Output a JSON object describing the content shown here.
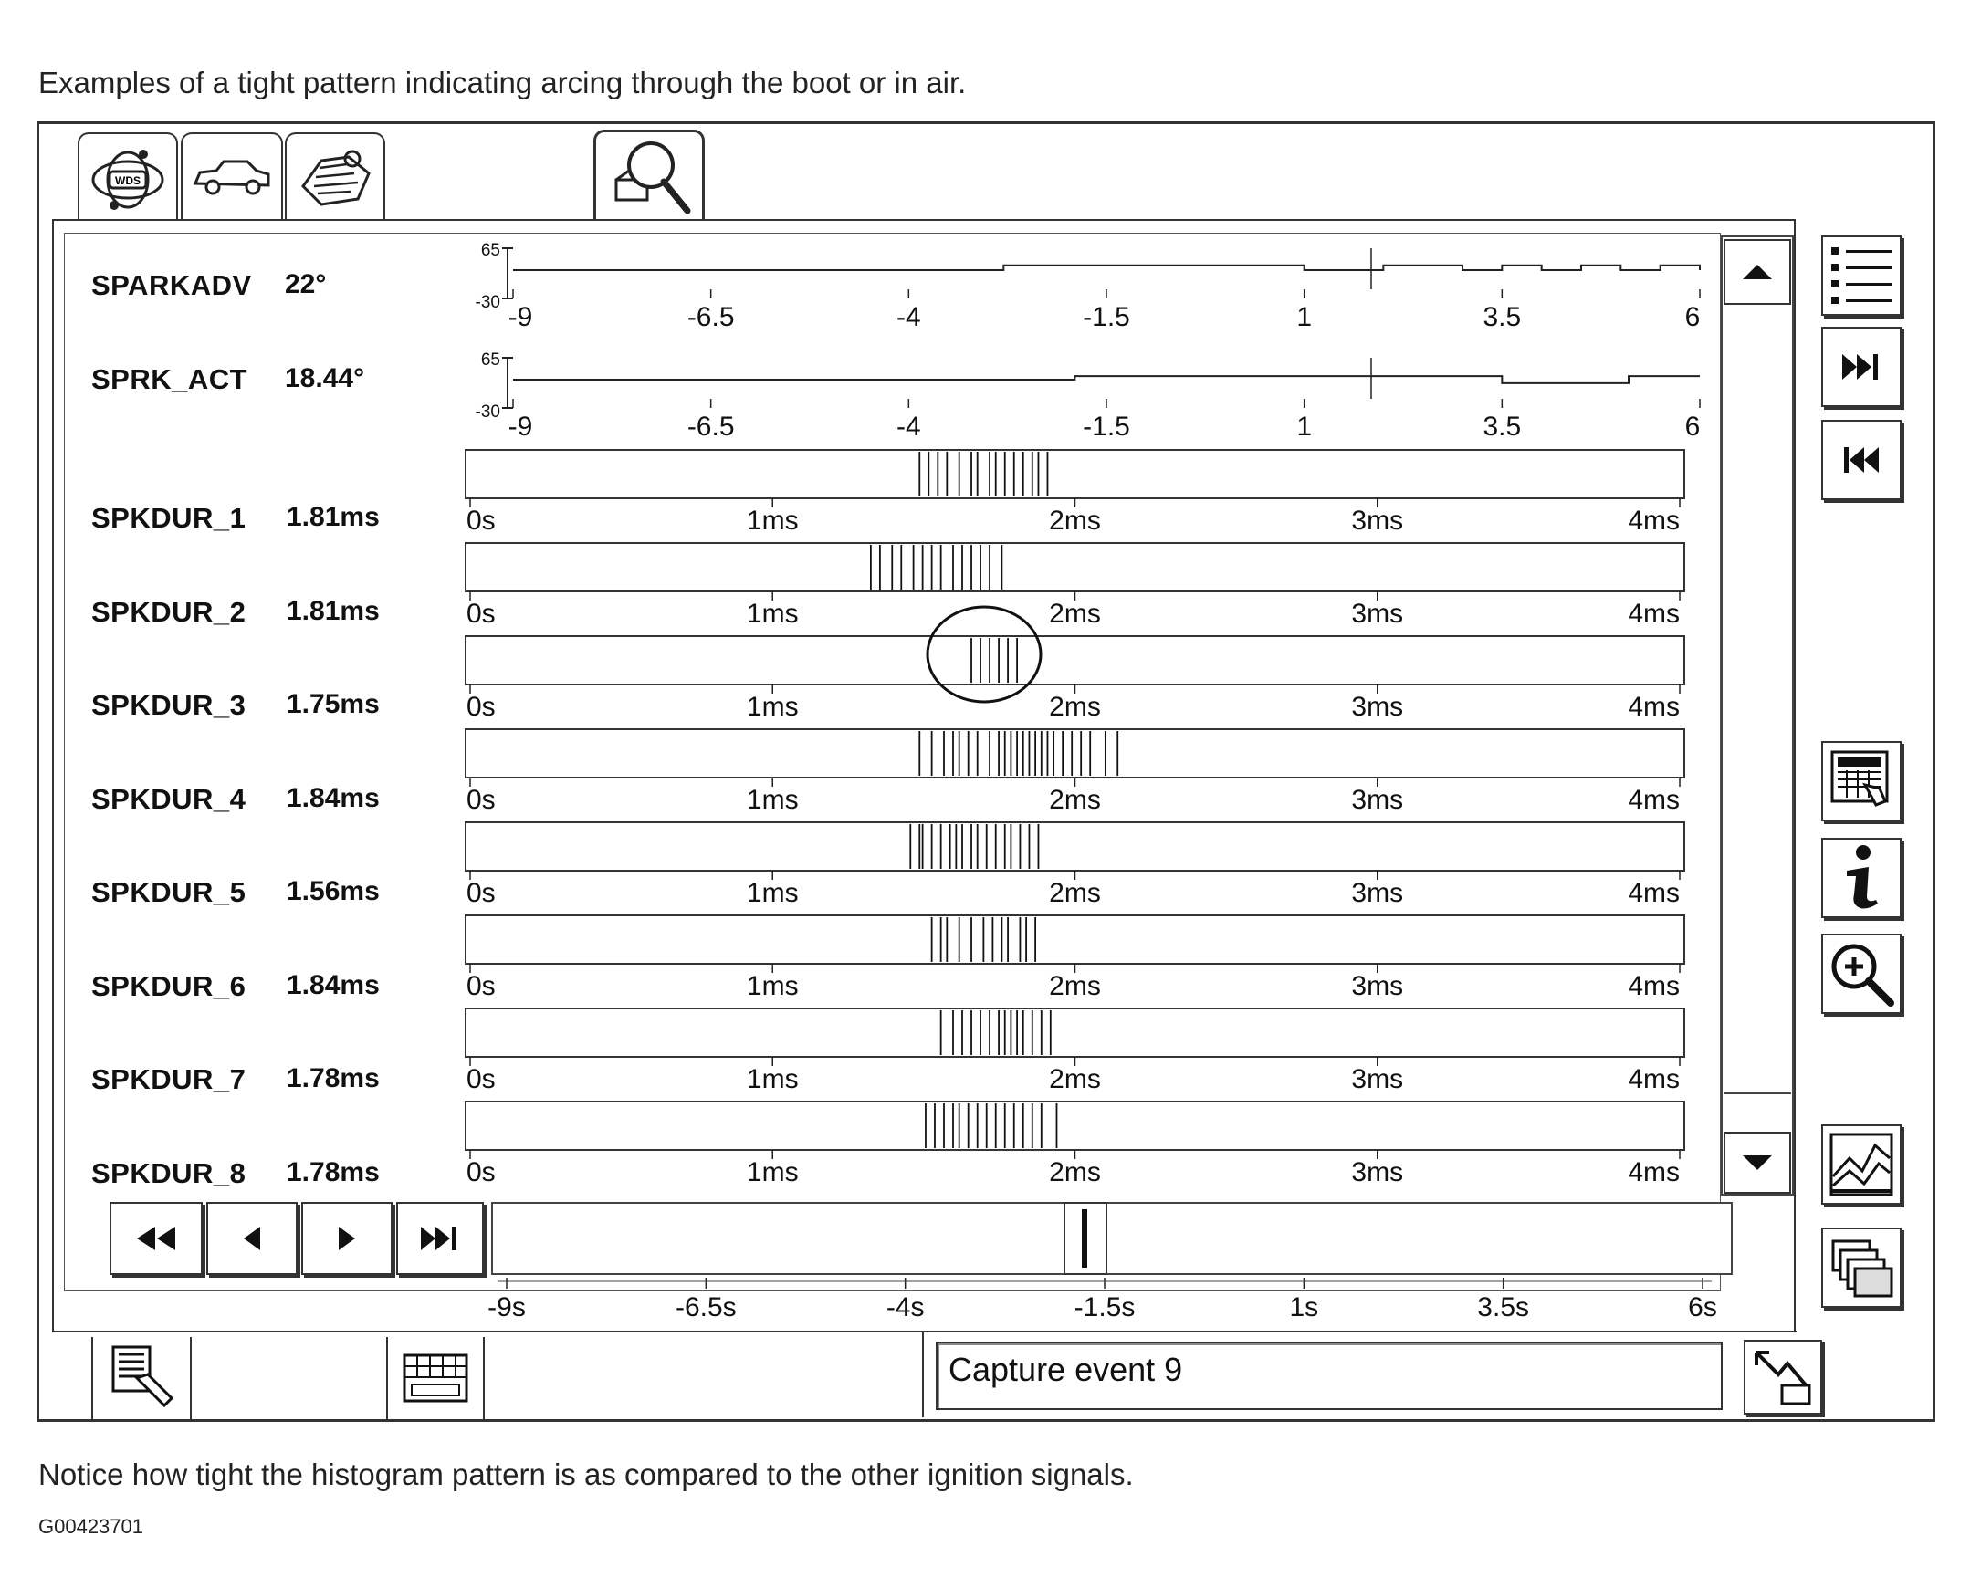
{
  "caption_top": "Examples of a tight pattern indicating arcing through the boot or in air.",
  "caption_bottom": "Notice how tight the histogram pattern is as compared to the other ignition signals.",
  "figure_id": "G00423701",
  "tabs": [
    {
      "icon": "wds-globe-icon"
    },
    {
      "icon": "car-icon"
    },
    {
      "icon": "engine-icon"
    },
    {
      "icon": "magnifier-tool-icon",
      "active": true
    }
  ],
  "pids": [
    {
      "name": "SPARKADV",
      "value": "22°"
    },
    {
      "name": "SPRK_ACT",
      "value": "18.44°"
    },
    {
      "name": "SPKDUR_1",
      "value": "1.81ms"
    },
    {
      "name": "SPKDUR_2",
      "value": "1.81ms"
    },
    {
      "name": "SPKDUR_3",
      "value": "1.75ms"
    },
    {
      "name": "SPKDUR_4",
      "value": "1.84ms"
    },
    {
      "name": "SPKDUR_5",
      "value": "1.56ms"
    },
    {
      "name": "SPKDUR_6",
      "value": "1.84ms"
    },
    {
      "name": "SPKDUR_7",
      "value": "1.78ms"
    },
    {
      "name": "SPKDUR_8",
      "value": "1.78ms"
    }
  ],
  "line_graph": {
    "ymax": "65",
    "ymin": "-30",
    "x_ticks": [
      "-9",
      "-6.5",
      "-4",
      "-1.5",
      "1",
      "3.5",
      "6"
    ]
  },
  "histogram": {
    "x_ticks": [
      "0s",
      "1ms",
      "2ms",
      "3ms",
      "4ms"
    ]
  },
  "timeline": {
    "x_ticks": [
      "-9s",
      "-6.5s",
      "-4s",
      "-1.5s",
      "1s",
      "3.5s",
      "6s"
    ]
  },
  "status_text": "Capture event 9",
  "right_buttons": [
    "list-icon",
    "skip-end-icon",
    "skip-start-icon",
    "keypad-hand-icon",
    "info-icon",
    "zoom-in-icon",
    "graph-icon",
    "folders-icon"
  ],
  "playback_buttons": [
    "rewind-icon",
    "step-back-icon",
    "play-icon",
    "fast-forward-icon"
  ],
  "bottom_buttons": [
    "hand-pointer-icon",
    "toolbar-panel-icon",
    "config-arrow-icon"
  ],
  "chart_data": [
    {
      "type": "line",
      "series": [
        {
          "name": "SPARKADV"
        }
      ],
      "x": [
        -9,
        -4,
        -2.8,
        -2.4,
        -1.5,
        -0.5,
        1,
        2,
        3,
        3.5,
        4,
        4.5,
        5,
        5.5,
        6
      ],
      "y": [
        0,
        0,
        4,
        4,
        4,
        4,
        0,
        4,
        0,
        4,
        0,
        4,
        0,
        4,
        0
      ],
      "ylim": [
        -30,
        65
      ],
      "xlim": [
        -9,
        6
      ]
    },
    {
      "type": "line",
      "series": [
        {
          "name": "SPRK_ACT"
        }
      ],
      "x": [
        -9,
        -2,
        -1.9,
        1.5,
        3.4,
        3.5,
        5,
        5.1,
        6
      ],
      "y": [
        0,
        0,
        3,
        3,
        3,
        -3,
        -3,
        3,
        3
      ],
      "ylim": [
        -30,
        65
      ],
      "xlim": [
        -9,
        6
      ]
    },
    {
      "type": "histogram",
      "xlim": [
        0,
        4
      ],
      "series": [
        {
          "name": "SPKDUR_1",
          "values": [
            1.49,
            1.52,
            1.55,
            1.58,
            1.62,
            1.66,
            1.68,
            1.72,
            1.74,
            1.77,
            1.8,
            1.83,
            1.86,
            1.88,
            1.91
          ]
        },
        {
          "name": "SPKDUR_2",
          "values": [
            1.33,
            1.36,
            1.4,
            1.43,
            1.47,
            1.5,
            1.53,
            1.56,
            1.6,
            1.63,
            1.66,
            1.69,
            1.72,
            1.76
          ]
        },
        {
          "name": "SPKDUR_3",
          "values": [
            1.66,
            1.69,
            1.72,
            1.75,
            1.78,
            1.81
          ]
        },
        {
          "name": "SPKDUR_4",
          "values": [
            1.49,
            1.53,
            1.57,
            1.6,
            1.62,
            1.65,
            1.68,
            1.72,
            1.75,
            1.77,
            1.79,
            1.81,
            1.83,
            1.85,
            1.87,
            1.89,
            1.91,
            1.93,
            1.96,
            1.99,
            2.02,
            2.05,
            2.1,
            2.14
          ]
        },
        {
          "name": "SPKDUR_5",
          "values": [
            1.46,
            1.49,
            1.5,
            1.53,
            1.56,
            1.59,
            1.61,
            1.63,
            1.66,
            1.68,
            1.71,
            1.74,
            1.77,
            1.79,
            1.82,
            1.85,
            1.88
          ]
        },
        {
          "name": "SPKDUR_6",
          "values": [
            1.53,
            1.56,
            1.58,
            1.62,
            1.66,
            1.7,
            1.73,
            1.76,
            1.78,
            1.82,
            1.84,
            1.87
          ]
        },
        {
          "name": "SPKDUR_7",
          "values": [
            1.56,
            1.6,
            1.63,
            1.66,
            1.69,
            1.72,
            1.75,
            1.77,
            1.79,
            1.81,
            1.83,
            1.86,
            1.89,
            1.92
          ]
        },
        {
          "name": "SPKDUR_8",
          "values": [
            1.51,
            1.54,
            1.57,
            1.6,
            1.62,
            1.65,
            1.68,
            1.71,
            1.74,
            1.77,
            1.8,
            1.83,
            1.86,
            1.89,
            1.94
          ]
        }
      ]
    }
  ]
}
